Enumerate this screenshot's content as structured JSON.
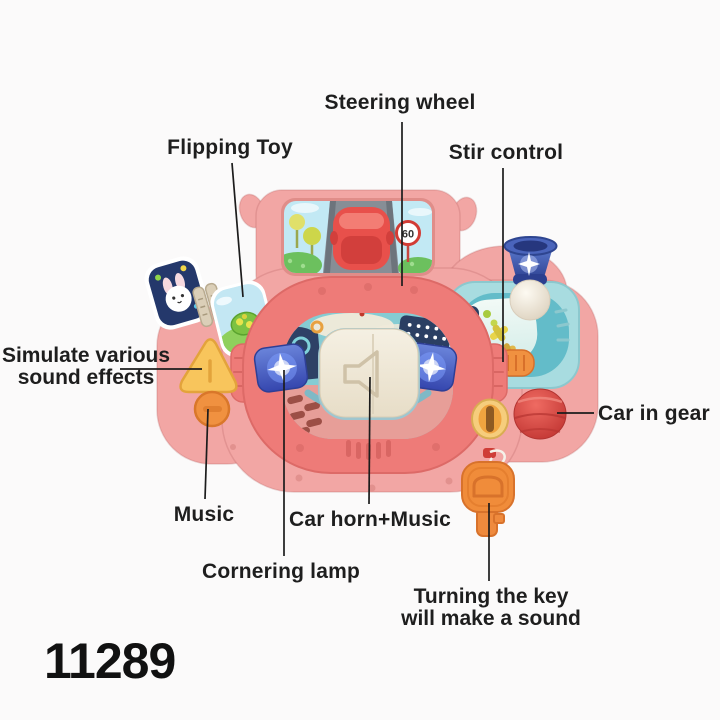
{
  "page": {
    "background": "#fbfafa"
  },
  "model_number": "11289",
  "annotations": {
    "steering_wheel": "Steering wheel",
    "flipping_toy": "Flipping Toy",
    "stir_control": "Stir control",
    "simulate_line1": "Simulate various",
    "simulate_line2": "sound effects",
    "car_in_gear": "Car in gear",
    "music": "Music",
    "car_horn": "Car horn+Music",
    "cornering_lamp": "Cornering lamp",
    "turning_key_line1": "Turning the key",
    "turning_key_line2": "will make a sound"
  },
  "toy": {
    "speed_sign_text": "60",
    "colors": {
      "body_pink": "#f2a6a4",
      "wheel_coral": "#ee7b78",
      "light_button_blue": "#4156be",
      "dashboard_teal": "#85ccd3",
      "gear_panel_teal": "#a8dce0",
      "accent_orange": "#ef8f3b",
      "accent_yellow": "#f8c55c",
      "horn_cream": "#f0e9da",
      "gear_button_red": "#d64541",
      "funnel_navy": "#3d56a8",
      "leader_line": "#1c1c1c"
    }
  }
}
